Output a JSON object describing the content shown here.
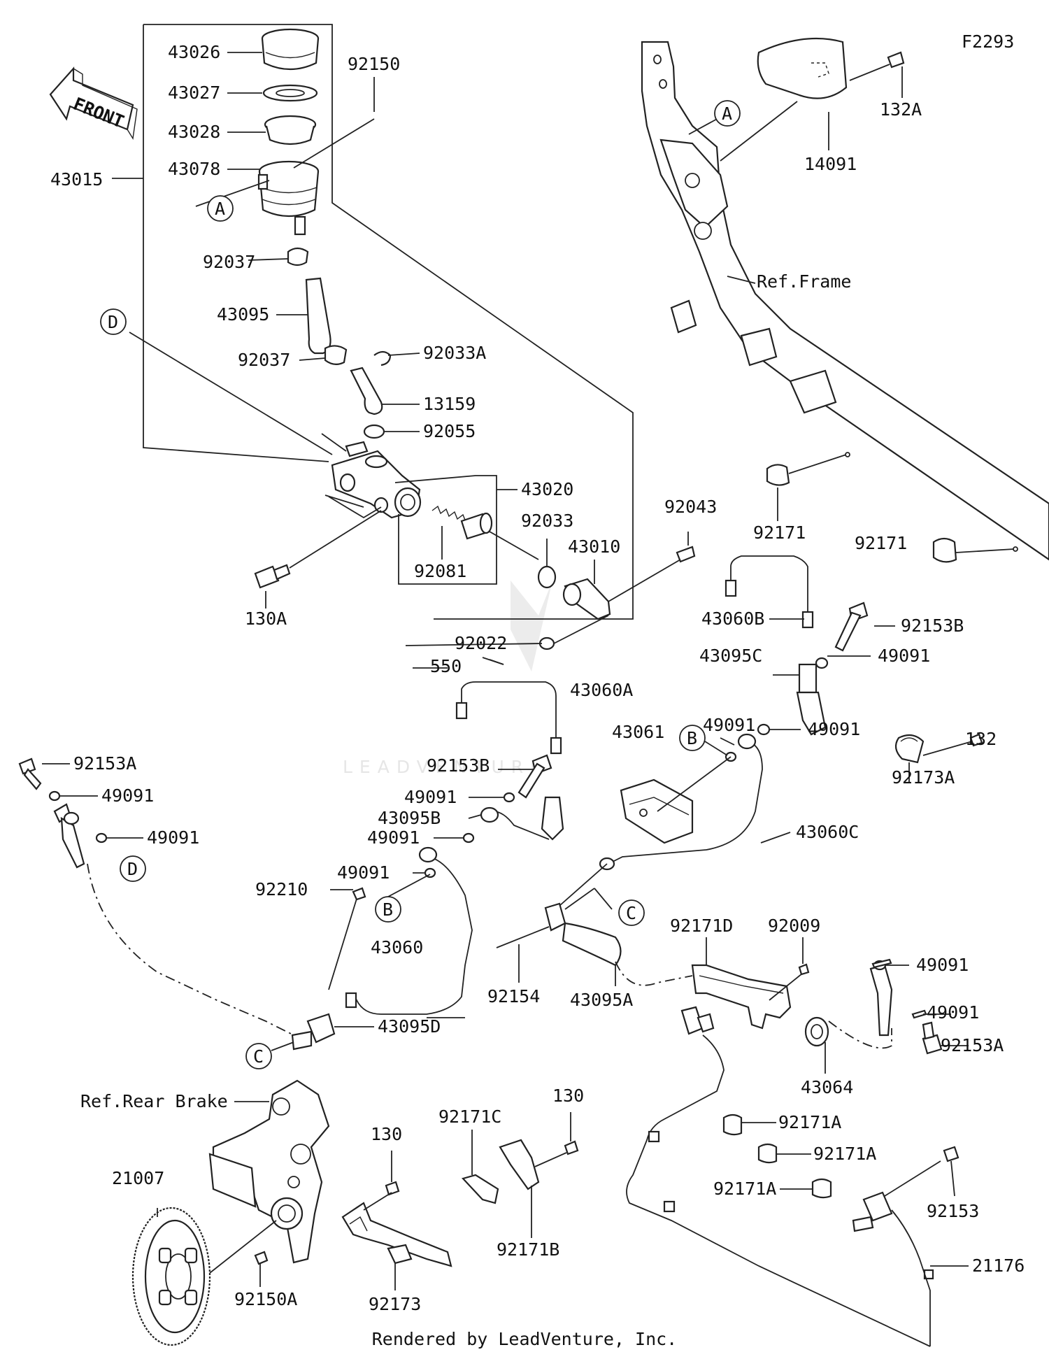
{
  "diagram_code": "F2293",
  "front_label": "FRONT",
  "watermark": "LEADVENTURE",
  "footer": "Rendered by LeadVenture, Inc.",
  "refs": {
    "frame": "Ref.Frame",
    "rear_brake": "Ref.Rear Brake"
  },
  "circle_markers": {
    "A": "A",
    "B": "B",
    "C": "C",
    "D": "D"
  },
  "parts": {
    "p43026": "43026",
    "p43027": "43027",
    "p43028": "43028",
    "p43078": "43078",
    "p43015": "43015",
    "p92150": "92150",
    "p92037a": "92037",
    "p43095": "43095",
    "p92037b": "92037",
    "p92033a": "92033A",
    "p13159": "13159",
    "p92055": "92055",
    "p43020": "43020",
    "p92033": "92033",
    "p43010": "43010",
    "p92081": "92081",
    "p130a": "130A",
    "p92022": "92022",
    "p550": "550",
    "p92043": "92043",
    "p132a": "132A",
    "p14091": "14091",
    "p92171a": "92171",
    "p92171b": "92171",
    "p43060b": "43060B",
    "p92153b_r": "92153B",
    "p43095c": "43095C",
    "p49091_1": "49091",
    "p49091_2": "49091",
    "p49091_3": "49091",
    "p132": "132",
    "p92173a": "92173A",
    "p43060a": "43060A",
    "p43061": "43061",
    "p92153b": "92153B",
    "p49091_4": "49091",
    "p43095b": "43095B",
    "p49091_5": "49091",
    "p43060c": "43060C",
    "p92153a_l": "92153A",
    "p49091_6": "49091",
    "p49091_7": "49091",
    "p49091_8": "49091",
    "p43060": "43060",
    "p92210": "92210",
    "p43095d": "43095D",
    "p92154": "92154",
    "p43095a": "43095A",
    "p92171d": "92171D",
    "p92009": "92009",
    "p49091_9": "49091",
    "p49091_10": "49091",
    "p92153a_r": "92153A",
    "p43064": "43064",
    "p130_1": "130",
    "p130_2": "130",
    "p92171c": "92171C",
    "p92171b2": "92171B",
    "p92171a_1": "92171A",
    "p92171a_2": "92171A",
    "p92171a_3": "92171A",
    "p92153": "92153",
    "p21176": "21176",
    "p21007": "21007",
    "p92150a": "92150A",
    "p92173": "92173"
  }
}
